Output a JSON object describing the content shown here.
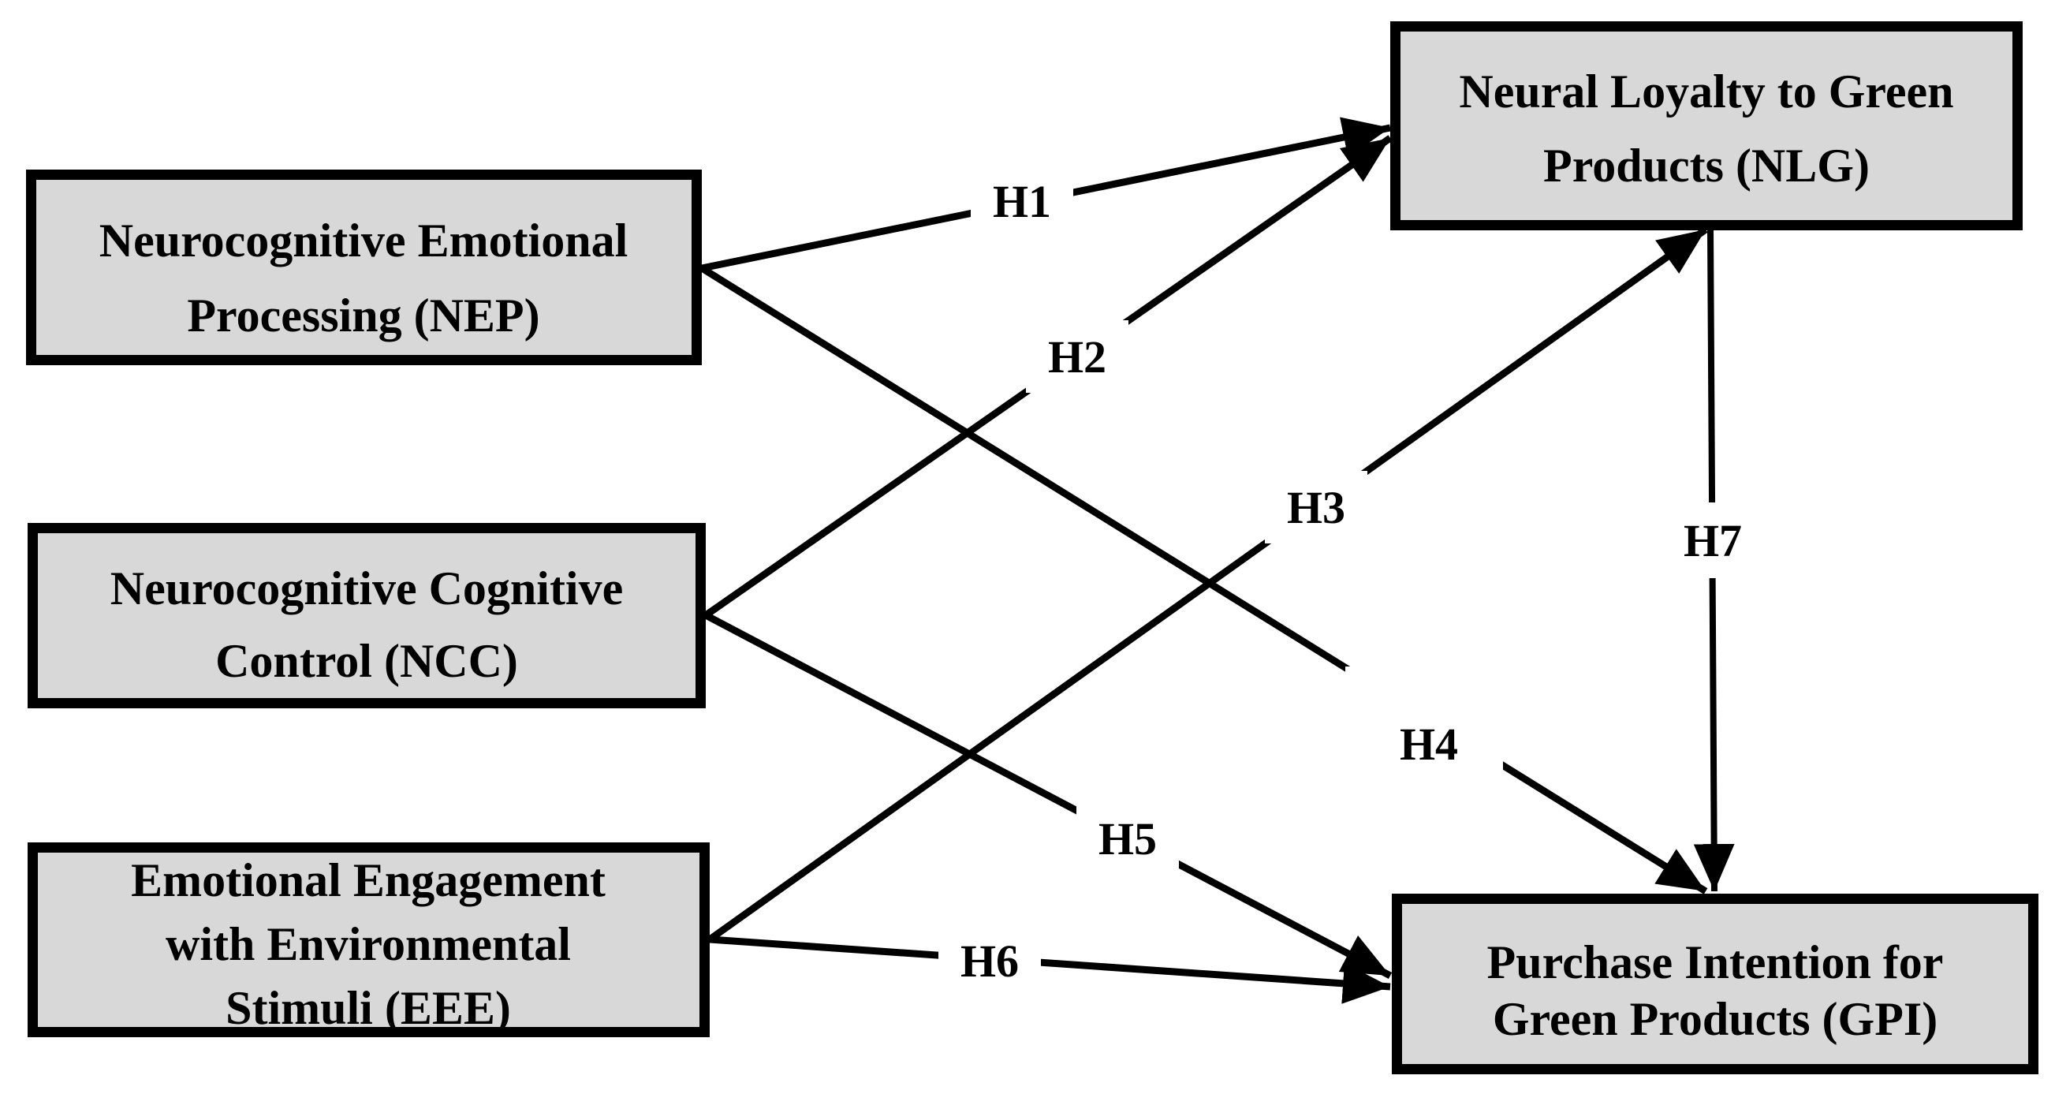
{
  "figure": {
    "description": "Conceptual model diagram with hypothesized paths",
    "colors": {
      "background": "#ffffff",
      "box_fill": "#d8d8d8",
      "box_border": "#000000",
      "arrow": "#000000",
      "label_text": "#000000"
    },
    "nodes": {
      "nep": {
        "abbr": "NEP",
        "lines": [
          "Neurocognitive Emotional",
          "Processing (NEP)"
        ]
      },
      "ncc": {
        "abbr": "NCC",
        "lines": [
          "Neurocognitive Cognitive",
          "Control (NCC)"
        ]
      },
      "eee": {
        "abbr": "EEE",
        "lines": [
          "Emotional Engagement",
          "with Environmental",
          "Stimuli (EEE)"
        ]
      },
      "nlg": {
        "abbr": "NLG",
        "lines": [
          "Neural Loyalty to Green",
          "Products (NLG)"
        ]
      },
      "gpi": {
        "abbr": "GPI",
        "lines": [
          "Purchase Intention for",
          "Green Products (GPI)"
        ]
      }
    },
    "edges": {
      "h1": {
        "label": "H1",
        "from": "NEP",
        "to": "NLG"
      },
      "h2": {
        "label": "H2",
        "from": "NCC",
        "to": "NLG"
      },
      "h3": {
        "label": "H3",
        "from": "EEE",
        "to": "NLG"
      },
      "h4": {
        "label": "H4",
        "from": "NEP",
        "to": "GPI"
      },
      "h5": {
        "label": "H5",
        "from": "NCC",
        "to": "GPI"
      },
      "h6": {
        "label": "H6",
        "from": "EEE",
        "to": "GPI"
      },
      "h7": {
        "label": "H7",
        "from": "NLG",
        "to": "GPI"
      }
    }
  }
}
